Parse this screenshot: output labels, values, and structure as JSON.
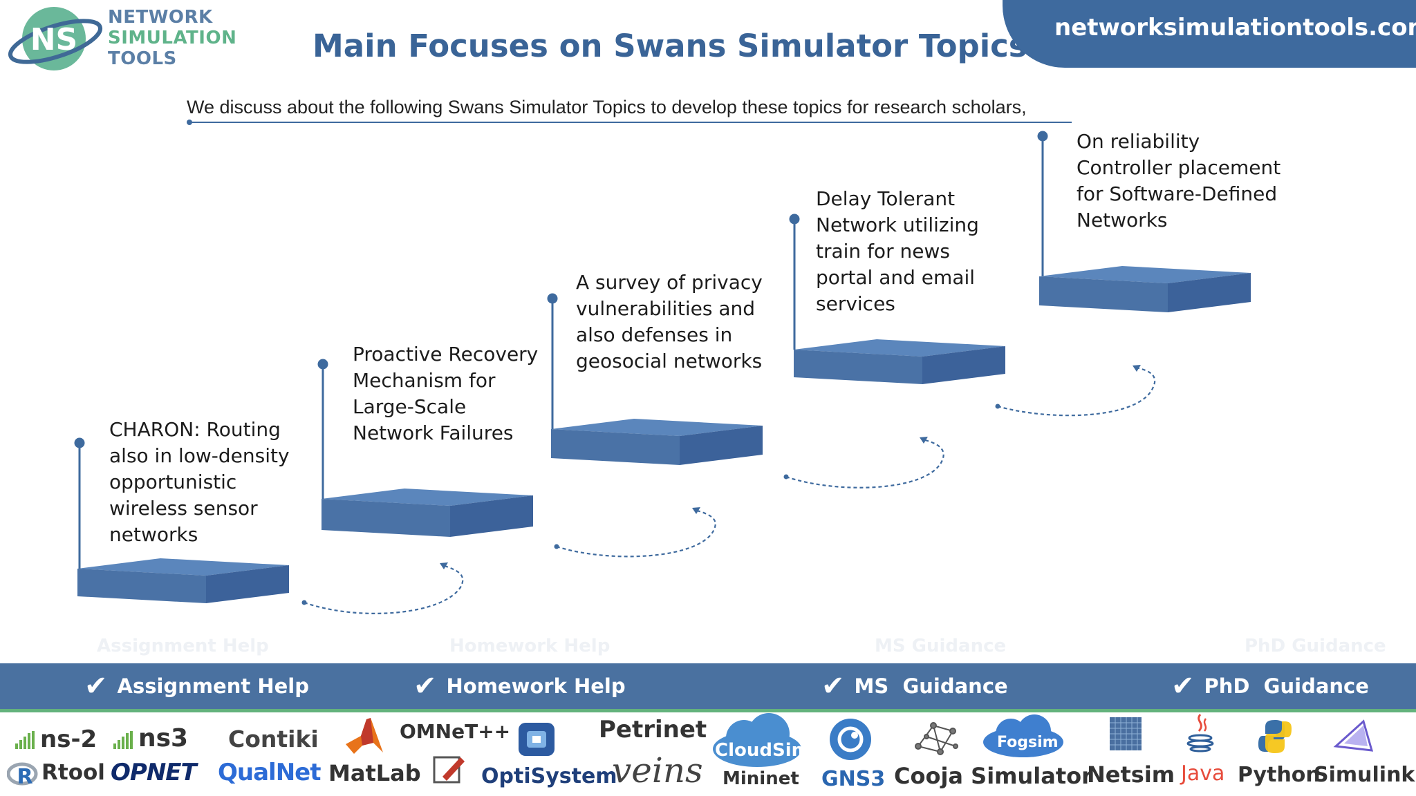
{
  "header": {
    "logo_mark": "NS",
    "logo_lines": [
      "NETWORK",
      "SIMULATION",
      "TOOLS"
    ],
    "title": "Main Focuses on Swans Simulator Topics",
    "url": "networksimulationtools.com"
  },
  "intro": "We discuss about the following Swans Simulator Topics to develop these topics for research scholars,",
  "topics": [
    "CHARON: Routing also in low-density opportunistic wireless sensor networks",
    "Proactive Recovery Mechanism for Large-Scale Network Failures",
    "A survey of privacy vulnerabilities and also defenses in geosocial networks",
    "Delay Tolerant Network utilizing train for news portal and email services",
    "On reliability Controller placement for Software-Defined Networks"
  ],
  "services": [
    "Assignment Help",
    "Homework Help",
    "MS  Guidance",
    "PhD  Guidance"
  ],
  "tools": {
    "row1": [
      "ns-2",
      "ns3",
      "Contiki",
      "OMNeT++",
      "Petrinet",
      "CloudSim",
      "Fogsim"
    ],
    "row2": [
      "Rtool",
      "OPNET",
      "QualNet",
      "MatLab",
      "OptiSystem",
      "veins",
      "Mininet",
      "GNS3",
      "Cooja Simulator",
      "Netsim",
      "Java",
      "Python",
      "Simulink"
    ]
  },
  "colors": {
    "primary": "#3e6a9e",
    "accent_green": "#5fb38a",
    "step_top": "#4a75ad",
    "step_side": "#3a5f90"
  }
}
